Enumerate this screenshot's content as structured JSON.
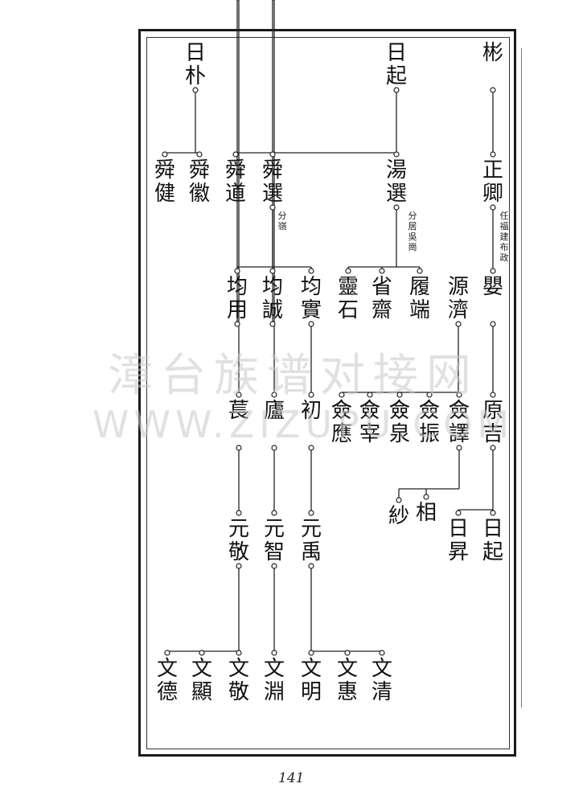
{
  "people": [
    {
      "id": "p_bin",
      "name": "彬"
    },
    {
      "id": "p_riqi",
      "name": "日起"
    },
    {
      "id": "p_ribu",
      "name": "日朴"
    },
    {
      "id": "p_zhengqing",
      "name": "正卿"
    },
    {
      "id": "p_tang",
      "name": "湯選"
    },
    {
      "id": "p_shunxuan",
      "name": "舜選"
    },
    {
      "id": "p_shundao",
      "name": "舜道"
    },
    {
      "id": "p_shunwei",
      "name": "舜徽"
    },
    {
      "id": "p_shunjian",
      "name": "舜健"
    },
    {
      "id": "p_ying",
      "name": "嬰"
    },
    {
      "id": "p_yuanji",
      "name": "源濟"
    },
    {
      "id": "p_luduan",
      "name": "履端"
    },
    {
      "id": "p_shengqi",
      "name": "省齋"
    },
    {
      "id": "p_liang",
      "name": "靈石"
    },
    {
      "id": "p_junshi",
      "name": "均實"
    },
    {
      "id": "p_juncheng",
      "name": "均誠"
    },
    {
      "id": "p_junyong",
      "name": "均用"
    },
    {
      "id": "p_yuanji2",
      "name": "原吉"
    },
    {
      "id": "p_q1",
      "name": "僉譯"
    },
    {
      "id": "p_q2",
      "name": "僉振"
    },
    {
      "id": "p_q3",
      "name": "僉泉"
    },
    {
      "id": "p_q4",
      "name": "僉宰"
    },
    {
      "id": "p_q5",
      "name": "僉應"
    },
    {
      "id": "p_chu",
      "name": "初"
    },
    {
      "id": "p_lu",
      "name": "廬"
    },
    {
      "id": "p_chang",
      "name": "萇"
    },
    {
      "id": "p_riqi2",
      "name": "日起"
    },
    {
      "id": "p_risheng",
      "name": "日昇"
    },
    {
      "id": "p_xiang",
      "name": "相"
    },
    {
      "id": "p_sha",
      "name": "紗"
    },
    {
      "id": "p_yuanyu",
      "name": "元禹"
    },
    {
      "id": "p_yuanzhi",
      "name": "元智"
    },
    {
      "id": "p_yuanjing",
      "name": "元敬"
    },
    {
      "id": "p_wenqing",
      "name": "文清"
    },
    {
      "id": "p_wenhui",
      "name": "文惠"
    },
    {
      "id": "p_wenming",
      "name": "文明"
    },
    {
      "id": "p_wenyuan",
      "name": "文淵"
    },
    {
      "id": "p_wenjing",
      "name": "文敬"
    },
    {
      "id": "p_wenxian",
      "name": "文顯"
    },
    {
      "id": "p_wende",
      "name": "文德"
    }
  ],
  "notes": {
    "zhengqing": "任福建布政",
    "tang": "分居吳崗",
    "shunxuan": "分嶺"
  },
  "watermark": {
    "line1": "漳台族谱对接网",
    "line2": "WWW.ZIZUPU.COM"
  },
  "page_number": "141"
}
